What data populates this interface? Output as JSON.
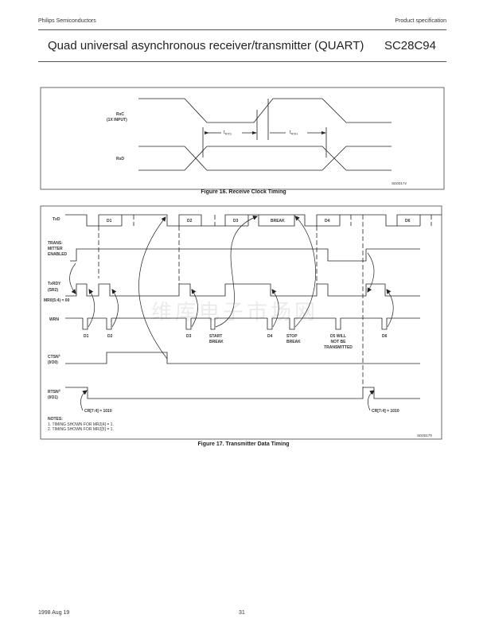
{
  "header": {
    "company": "Philips Semiconductors",
    "doc_type": "Product specification",
    "title": "Quad universal asynchronous receiver/transmitter (QUART)",
    "part_number": "SC28C94"
  },
  "figure16": {
    "caption": "Figure 16.  Receive Clock Timing",
    "signals": {
      "rxc": "RxC",
      "rxc_sub": "(1X INPUT)",
      "rxd": "RxD"
    },
    "t_rxs": {
      "base": "t",
      "sub": "RXS"
    },
    "t_rxh": {
      "base": "t",
      "sub": "RXH"
    },
    "code": "SD00174"
  },
  "figure17": {
    "caption": "Figure 17.  Transmitter Data Timing",
    "signals": {
      "txd": "TxD",
      "tx_en_1": "TRANS-",
      "tx_en_2": "MITTER",
      "tx_en_3": "ENABLED",
      "txrdy": "TxRDY",
      "txrdy_sub": "(SR2)",
      "mr0": "MR0(5:4) = 00",
      "wrn": "WRN",
      "ctsn": "CTSN",
      "ctsn_sup": "1",
      "ctsn_sub": "(I/O0)",
      "rtsn": "RTSN",
      "rtsn_sup": "2",
      "rtsn_sub": "(I/O1)"
    },
    "txd_labels": [
      "D1",
      "D2",
      "D3",
      "BREAK",
      "D4",
      "D6"
    ],
    "wrn_labels": {
      "d1": "D1",
      "d2": "D2",
      "d3": "D3",
      "start_1": "START",
      "start_2": "BREAK",
      "d4": "D4",
      "stop_1": "STOP",
      "stop_2": "BREAK",
      "d5_1": "D5 WILL",
      "d5_2": "NOT BE",
      "d5_3": "TRANSMITTED",
      "d6": "D6"
    },
    "cr_label": "CR[7:4] = 1010",
    "notes": {
      "heading": "NOTES:",
      "n1": "1. TIMING SHOWN FOR MR2[4]  = 1.",
      "n2": "2. TIMING SHOWN FOR MR2[5]  = 1."
    },
    "code": "SD00175"
  },
  "watermark": "维库电子市场网",
  "footer": {
    "date": "1998 Aug 19",
    "page": "31"
  }
}
